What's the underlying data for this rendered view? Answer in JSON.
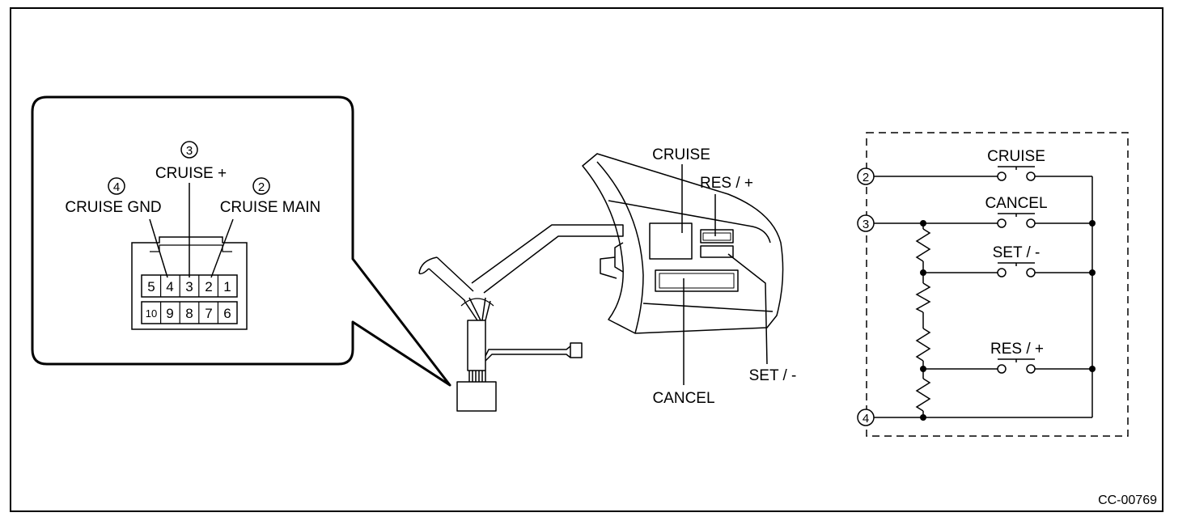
{
  "figure_code": "CC-00769",
  "connector": {
    "callouts": [
      {
        "terminal": "3",
        "name": "CRUISE +"
      },
      {
        "terminal": "4",
        "name": "CRUISE GND"
      },
      {
        "terminal": "2",
        "name": "CRUISE MAIN"
      }
    ],
    "pins_top": [
      "5",
      "4",
      "3",
      "2",
      "1"
    ],
    "pins_bottom": [
      "10",
      "9",
      "8",
      "7",
      "6"
    ]
  },
  "switch": {
    "labels": {
      "cruise": "CRUISE",
      "res": "RES / +",
      "set": "SET / -",
      "cancel": "CANCEL"
    }
  },
  "schematic": {
    "terminals": [
      "2",
      "3",
      "4"
    ],
    "switches": [
      "CRUISE",
      "CANCEL",
      "SET / -",
      "RES / +"
    ]
  },
  "colors": {
    "line": "#000000",
    "background": "#ffffff"
  }
}
